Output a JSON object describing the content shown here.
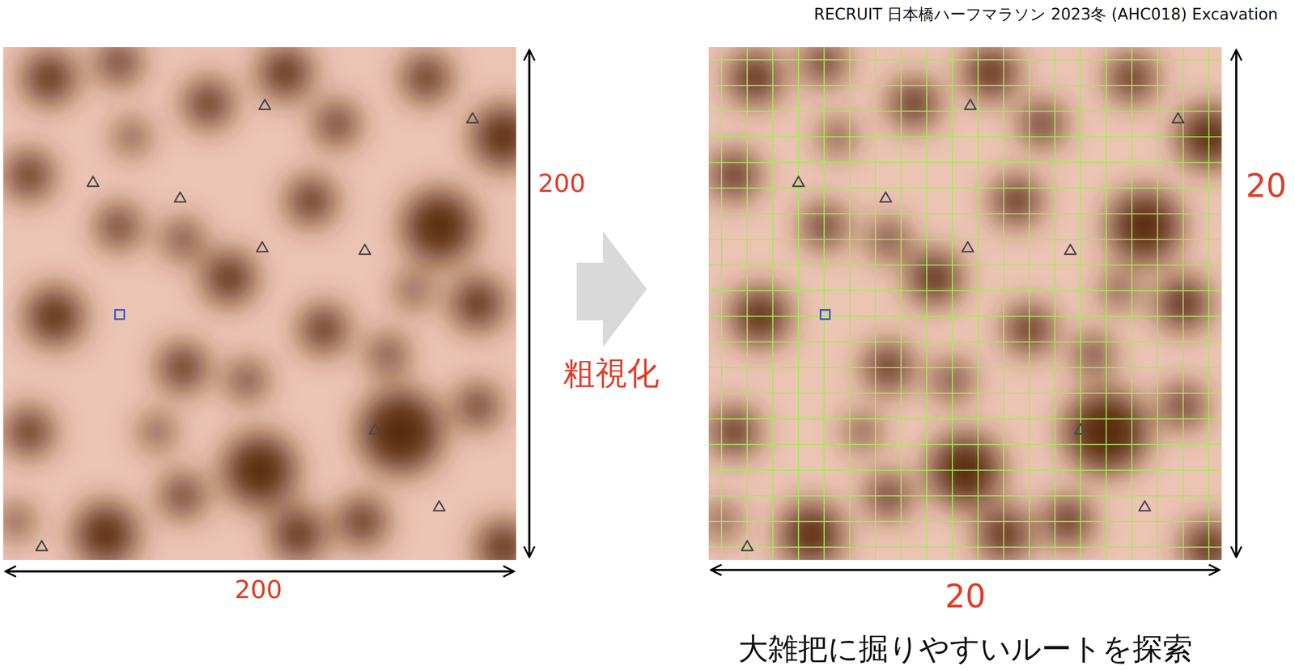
{
  "diagram": {
    "title": "RECRUIT 日本橋ハーフマラソン 2023冬 (AHC018) Excavation",
    "caption": "大雑把に掘りやすいルートを探索",
    "labels": [
      "200",
      "200",
      "粗視化",
      "20",
      "20"
    ]
  }
}
